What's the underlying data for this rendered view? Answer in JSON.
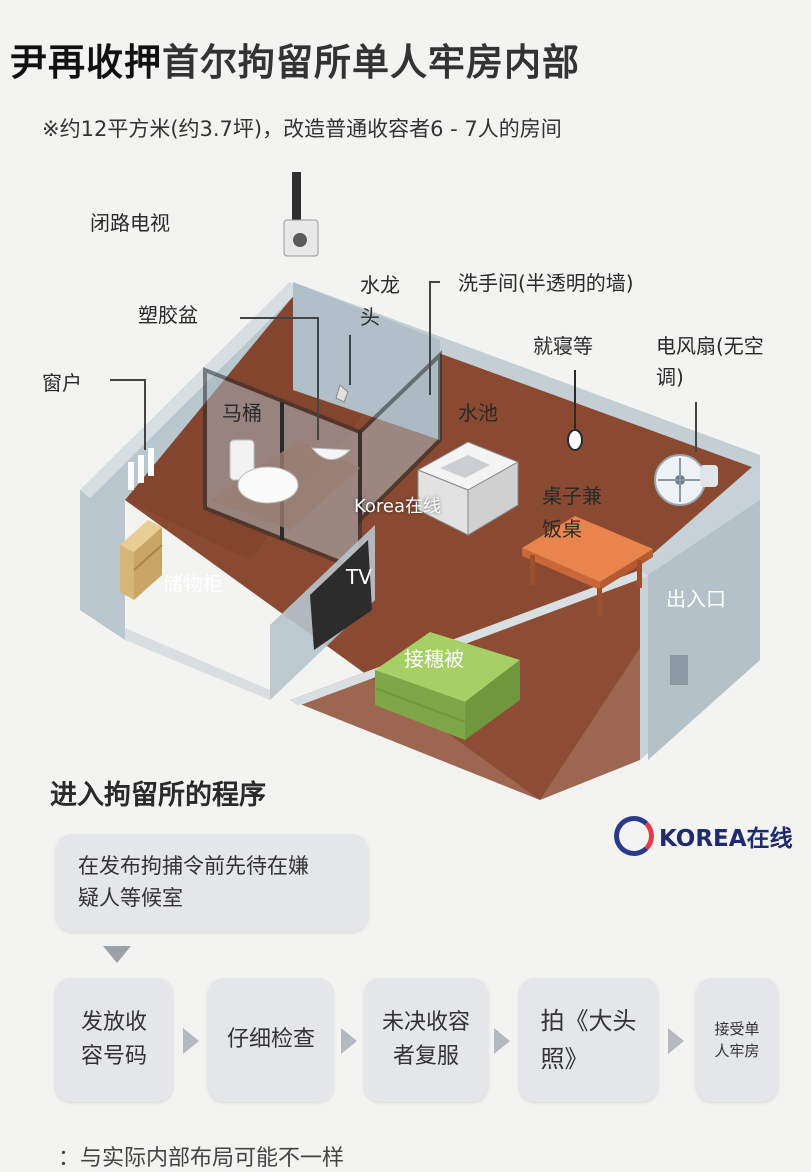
{
  "title": {
    "part1": "尹再收押",
    "part2": "首尔拘留所单人牢房内部"
  },
  "subtitle": "※约12平方米(约3.7坪)，改造普通收容者6 - 7人的房间",
  "labels": {
    "cctv": "闭路电视",
    "basin": "塑胶盆",
    "faucet_line1": "水龙",
    "faucet_line2": "头",
    "washroom": "洗手间(半透明的墙)",
    "sleep": "就寝等",
    "fan_line1": "电风扇(无空",
    "fan_line2": "调)",
    "window": "窗户",
    "toilet": "马桶",
    "sink": "水池",
    "desk_line1": "桌子兼",
    "desk_line2": "饭桌",
    "cabinet": "储物柜",
    "tv": "TV",
    "exit": "出入口",
    "blanket": "接穗被"
  },
  "watermark": "Korea在线",
  "logo_text": "KOREA在线",
  "flow": {
    "title": "进入拘留所的程序",
    "start_line1": "在发布拘捕令前先待在嫌",
    "start_line2": "疑人等候室",
    "steps": [
      {
        "line1": "发放收",
        "line2": "容号码"
      },
      {
        "line1": "仔细检查",
        "line2": ""
      },
      {
        "line1": "未决收容",
        "line2": "者复服"
      },
      {
        "line1": "拍《大头",
        "line2": "照》"
      },
      {
        "line1": "接受单",
        "line2": "人牢房"
      }
    ]
  },
  "footnote": "：与实际内部布局可能不一样",
  "colors": {
    "floor": "#8a4a32",
    "wall": "#b6c4cc",
    "wall_top": "#d8dfe3",
    "desk": "#e9854c",
    "blanket": "#8fbf52",
    "cabinet": "#d9b877",
    "box": "#e4e6e9",
    "logo_blue": "#2b3a8c",
    "logo_red": "#e63b4b"
  }
}
